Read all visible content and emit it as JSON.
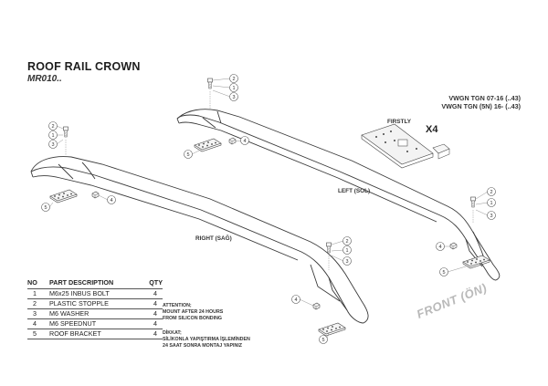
{
  "title": "ROOF RAIL CROWN",
  "product_code": "MR010..",
  "models": [
    "VWGN TGN 07-16 (..43)",
    "VWGN TGN (5N) 16- (..43)"
  ],
  "firstly_label": "FIRSTLY",
  "quantity_mark": "X4",
  "side_labels": {
    "left": "LEFT (SOL)",
    "right": "RIGHT (SAĞ)"
  },
  "front_label": "FRONT (ÖN)",
  "parts_table": {
    "headers": {
      "no": "NO",
      "desc": "PART DESCRIPTION",
      "qty": "QTY"
    },
    "rows": [
      {
        "no": "1",
        "desc": "M6x25 INBUS BOLT",
        "qty": "4"
      },
      {
        "no": "2",
        "desc": "PLASTIC STOPPLE",
        "qty": "4"
      },
      {
        "no": "3",
        "desc": "M6 WASHER",
        "qty": "4"
      },
      {
        "no": "4",
        "desc": "M6 SPEEDNUT",
        "qty": "4"
      },
      {
        "no": "5",
        "desc": "ROOF BRACKET",
        "qty": "4"
      }
    ]
  },
  "attention": {
    "heading": "ATTENTION;",
    "lines": [
      "MOUNT AFTER 24 HOURS",
      "FROM SILICON BONDING"
    ]
  },
  "dikkat": {
    "heading": "DİKKAT;",
    "lines": [
      "SİLİKONLA YAPIŞTIRMA İŞLEMİNDEN",
      "24 SAAT SONRA MONTAJ YAPINIZ"
    ]
  },
  "callouts": [
    "1",
    "2",
    "3",
    "4",
    "5"
  ]
}
